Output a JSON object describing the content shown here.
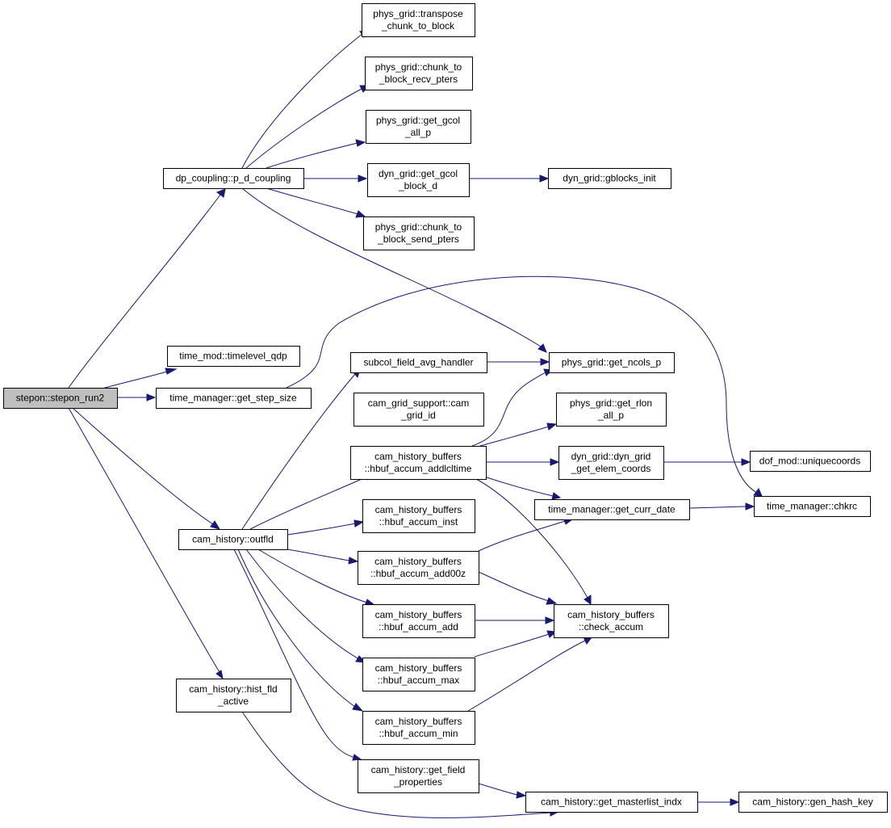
{
  "nodes": [
    {
      "id": "n0",
      "lines": [
        "stepon::stepon_run2"
      ],
      "root": true
    },
    {
      "id": "n1",
      "lines": [
        "dp_coupling::p_d_coupling"
      ]
    },
    {
      "id": "n2",
      "lines": [
        "phys_grid::transpose",
        "_chunk_to_block"
      ]
    },
    {
      "id": "n3",
      "lines": [
        "phys_grid::chunk_to",
        "_block_recv_pters"
      ]
    },
    {
      "id": "n4",
      "lines": [
        "phys_grid::get_gcol",
        "_all_p"
      ]
    },
    {
      "id": "n5",
      "lines": [
        "dyn_grid::get_gcol",
        "_block_d"
      ]
    },
    {
      "id": "n6",
      "lines": [
        "dyn_grid::gblocks_init"
      ]
    },
    {
      "id": "n7",
      "lines": [
        "phys_grid::chunk_to",
        "_block_send_pters"
      ]
    },
    {
      "id": "n8",
      "lines": [
        "time_mod::timelevel_qdp"
      ]
    },
    {
      "id": "n9",
      "lines": [
        "time_manager::get_step_size"
      ]
    },
    {
      "id": "n10",
      "lines": [
        "subcol_field_avg_handler"
      ]
    },
    {
      "id": "n11",
      "lines": [
        "phys_grid::get_ncols_p"
      ]
    },
    {
      "id": "n12",
      "lines": [
        "cam_grid_support::cam",
        "_grid_id"
      ]
    },
    {
      "id": "n13",
      "lines": [
        "phys_grid::get_rlon",
        "_all_p"
      ]
    },
    {
      "id": "n14",
      "lines": [
        "cam_history_buffers",
        "::hbuf_accum_addlcltime"
      ]
    },
    {
      "id": "n15",
      "lines": [
        "dyn_grid::dyn_grid",
        "_get_elem_coords"
      ]
    },
    {
      "id": "n16",
      "lines": [
        "dof_mod::uniquecoords"
      ]
    },
    {
      "id": "n17",
      "lines": [
        "time_manager::chkrc"
      ]
    },
    {
      "id": "n18",
      "lines": [
        "cam_history_buffers",
        "::hbuf_accum_inst"
      ]
    },
    {
      "id": "n19",
      "lines": [
        "time_manager::get_curr_date"
      ]
    },
    {
      "id": "n20",
      "lines": [
        "cam_history::outfld"
      ]
    },
    {
      "id": "n21",
      "lines": [
        "cam_history_buffers",
        "::hbuf_accum_add00z"
      ]
    },
    {
      "id": "n22",
      "lines": [
        "cam_history_buffers",
        "::hbuf_accum_add"
      ]
    },
    {
      "id": "n23",
      "lines": [
        "cam_history_buffers",
        "::check_accum"
      ]
    },
    {
      "id": "n24",
      "lines": [
        "cam_history_buffers",
        "::hbuf_accum_max"
      ]
    },
    {
      "id": "n25",
      "lines": [
        "cam_history::hist_fld",
        "_active"
      ]
    },
    {
      "id": "n26",
      "lines": [
        "cam_history_buffers",
        "::hbuf_accum_min"
      ]
    },
    {
      "id": "n27",
      "lines": [
        "cam_history::get_field",
        "_properties"
      ]
    },
    {
      "id": "n28",
      "lines": [
        "cam_history::get_masterlist_indx"
      ]
    },
    {
      "id": "n29",
      "lines": [
        "cam_history::gen_hash_key"
      ]
    }
  ],
  "colors": {
    "edge": "#191970",
    "root_fill": "#bfbfbf",
    "node_fill": "#ffffff",
    "border": "#000000"
  }
}
